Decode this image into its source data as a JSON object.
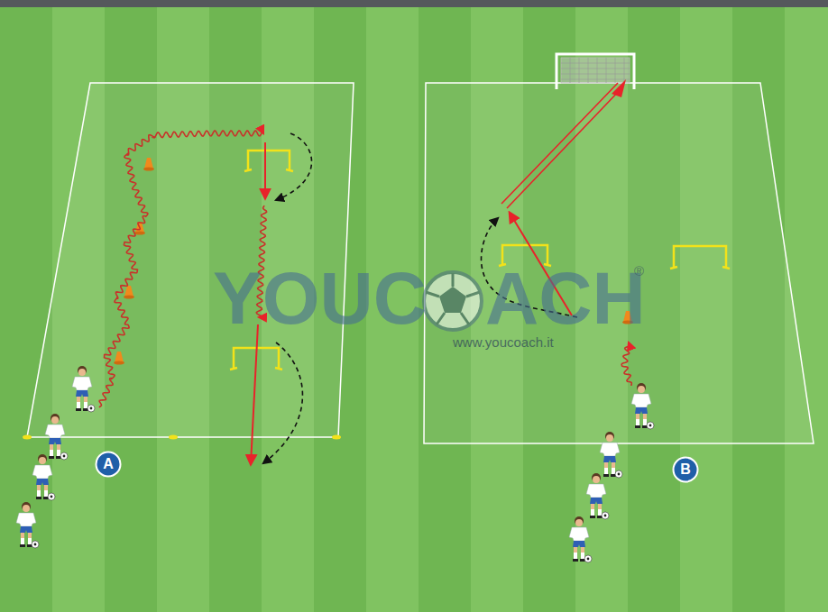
{
  "diagram": {
    "nodes": [
      {
        "text": [
          "A"
        ]
      },
      {
        "text": [
          "B"
        ]
      }
    ],
    "edges": [],
    "labels": [
      "YOUC",
      "ACH",
      "®",
      "www.youcoach.it"
    ]
  }
}
